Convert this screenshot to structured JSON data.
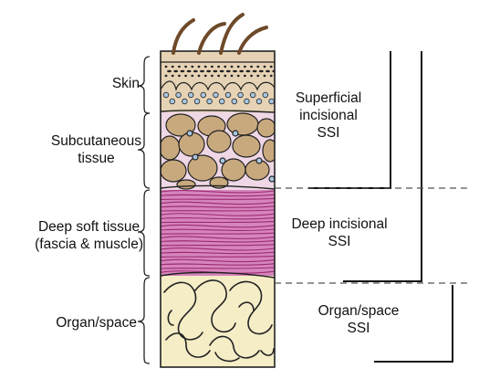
{
  "layers": {
    "skin": "Skin",
    "subcutaneous": "Subcutaneous\ntissue",
    "deep_soft_tissue": "Deep soft tissue\n(fascia & muscle)",
    "organ_space": "Organ/space"
  },
  "ssi_categories": {
    "superficial": "Superficial\nincisional\nSSI",
    "deep": "Deep incisional\nSSI",
    "organ_space": "Organ/space\nSSI"
  },
  "colors": {
    "skin_base": "#e6d3b5",
    "skin_cells": "#a9c6e0",
    "subcutaneous_bg": "#efd7e6",
    "fat_globule": "#c8a97e",
    "muscle": "#d685bc",
    "muscle_line": "#9c2b72",
    "organ": "#f5edc6",
    "hair": "#6e4a2a",
    "outline": "#222222"
  }
}
